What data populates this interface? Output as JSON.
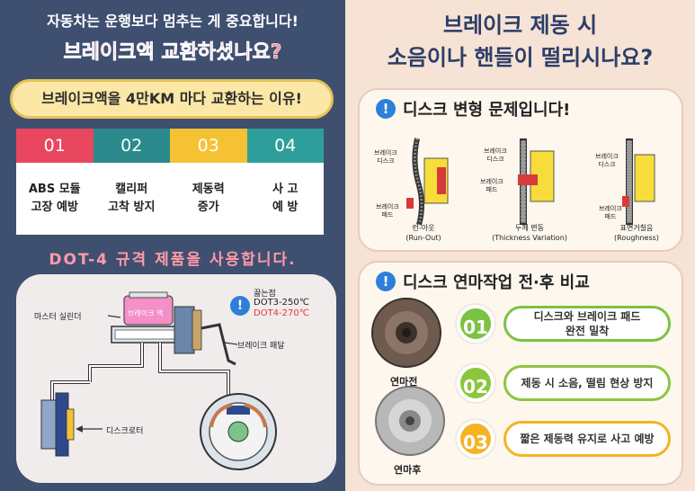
{
  "left": {
    "top_text": "자동차는 운행보다 멈추는 게 중요합니다!",
    "title": "브레이크액 교환하셨나요?",
    "banner": "브레이크액을 4만KM 마다 교환하는 이유!",
    "cards": [
      {
        "num": "01",
        "text": "ABS 모듈\n고장 예방",
        "color": "#e8475f"
      },
      {
        "num": "02",
        "text": "캘리퍼\n고착 방지",
        "color": "#2a8a8c"
      },
      {
        "num": "03",
        "text": "제동력\n증가",
        "color": "#f5c233"
      },
      {
        "num": "04",
        "text": "사 고\n예 방",
        "color": "#2e9e9a"
      }
    ],
    "dot_text": "DOT-4 규격 제품을 사용합니다.",
    "diagram": {
      "master_cylinder": "마스터 실린더",
      "brake_fluid_tank": "브레이크 액",
      "brake_pedal": "브레이크 패달",
      "disc_rotor": "디스크로터",
      "boiling_title": "끓는점",
      "dot3": "DOT3-250℃",
      "dot4": "DOT4-270℃"
    }
  },
  "right": {
    "title_line1": "브레이크 제동 시",
    "title_line2": "소음이나 핸들이 떨리시나요?",
    "section1": {
      "heading": "디스크 변형 문제입니다!",
      "labels": {
        "disc": "브레이크\n디스크",
        "pad": "브레이크\n패드"
      },
      "captions": [
        {
          "ko": "런-아웃",
          "en": "(Run-Out)"
        },
        {
          "ko": "두께 변동",
          "en": "(Thickness Variation)"
        },
        {
          "ko": "표면거칠음",
          "en": "(Roughness)"
        }
      ]
    },
    "section2": {
      "heading": "디스크 연마작업 전·후 비교",
      "before": "연마전",
      "after": "연마후",
      "rows": [
        {
          "num": "01",
          "text": "디스크와 브레이크 패드\n완전 밀착",
          "color": "#7cc243"
        },
        {
          "num": "02",
          "text": "제동 시 소음, 떨림 현상 방지",
          "color": "#8cc63f"
        },
        {
          "num": "03",
          "text": "짧은 제동력 유지로 사고 예방",
          "color": "#f5b324"
        }
      ]
    }
  }
}
